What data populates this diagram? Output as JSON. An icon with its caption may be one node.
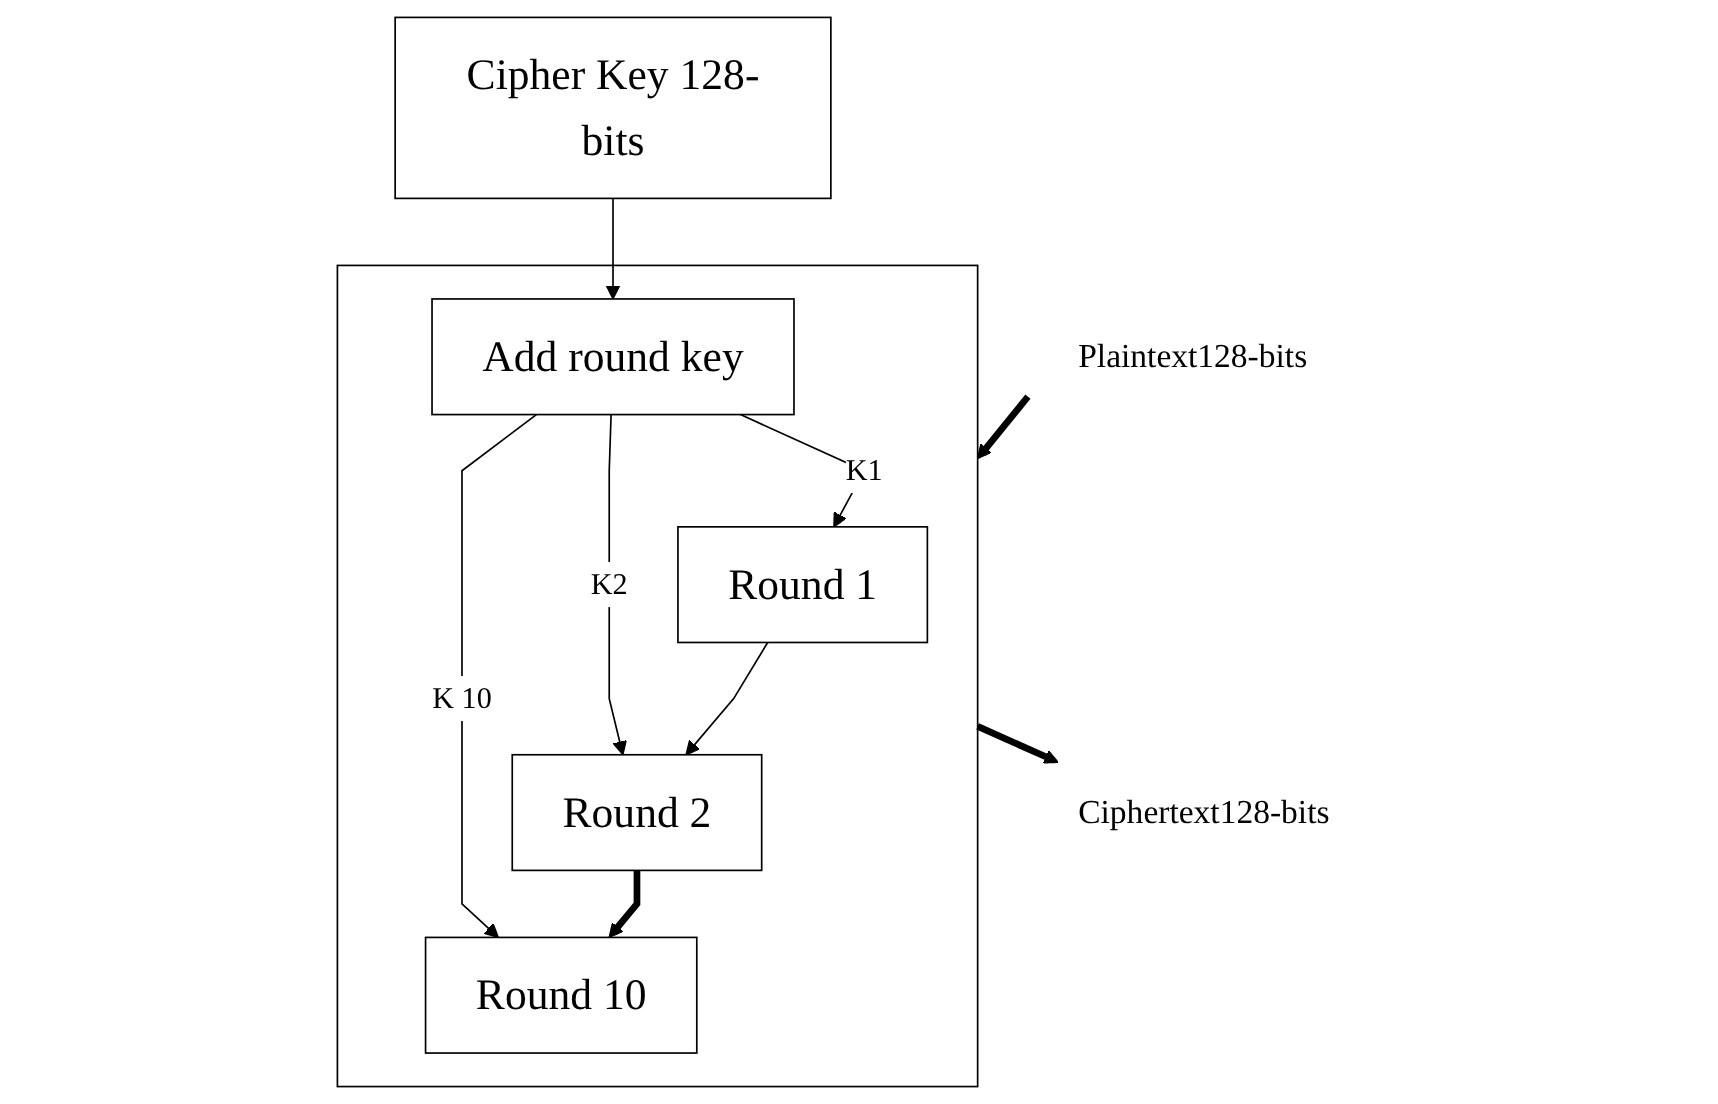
{
  "diagram": {
    "nodes": [
      {
        "text": [
          "Plaintext128-bits"
        ]
      },
      {
        "text": [],
        "shape": "box"
      },
      {
        "text": [
          "Round 1"
        ],
        "in": 1
      },
      {
        "text": [
          "Round 2"
        ],
        "in": 1
      },
      {
        "text": [
          "Round 10"
        ],
        "in": 1
      },
      {
        "text": [
          "Add round key"
        ],
        "in": 1
      },
      {
        "text": [
          "Cipher Key 128-bits"
        ]
      },
      {
        "text": [
          "Ciphertext128-bits"
        ]
      }
    ],
    "edges": [
      {
        "from": 0,
        "to": 1,
        "arrow": "to",
        "style": "thick"
      },
      {
        "from": 2,
        "to": 3,
        "arrow": "to"
      },
      {
        "from": 3,
        "to": 4,
        "arrow": "to",
        "style": "thick"
      },
      {
        "from": 5,
        "to": 2,
        "arrow": "to",
        "label": "K1"
      },
      {
        "from": 5,
        "to": 3,
        "arrow": "to",
        "label": "K2"
      },
      {
        "from": 5,
        "to": 4,
        "arrow": "to",
        "label": "K 10"
      },
      {
        "from": 6,
        "to": 5,
        "arrow": "to"
      },
      {
        "from": 1,
        "to": 7,
        "arrow": "to",
        "style": "thick"
      }
    ]
  }
}
